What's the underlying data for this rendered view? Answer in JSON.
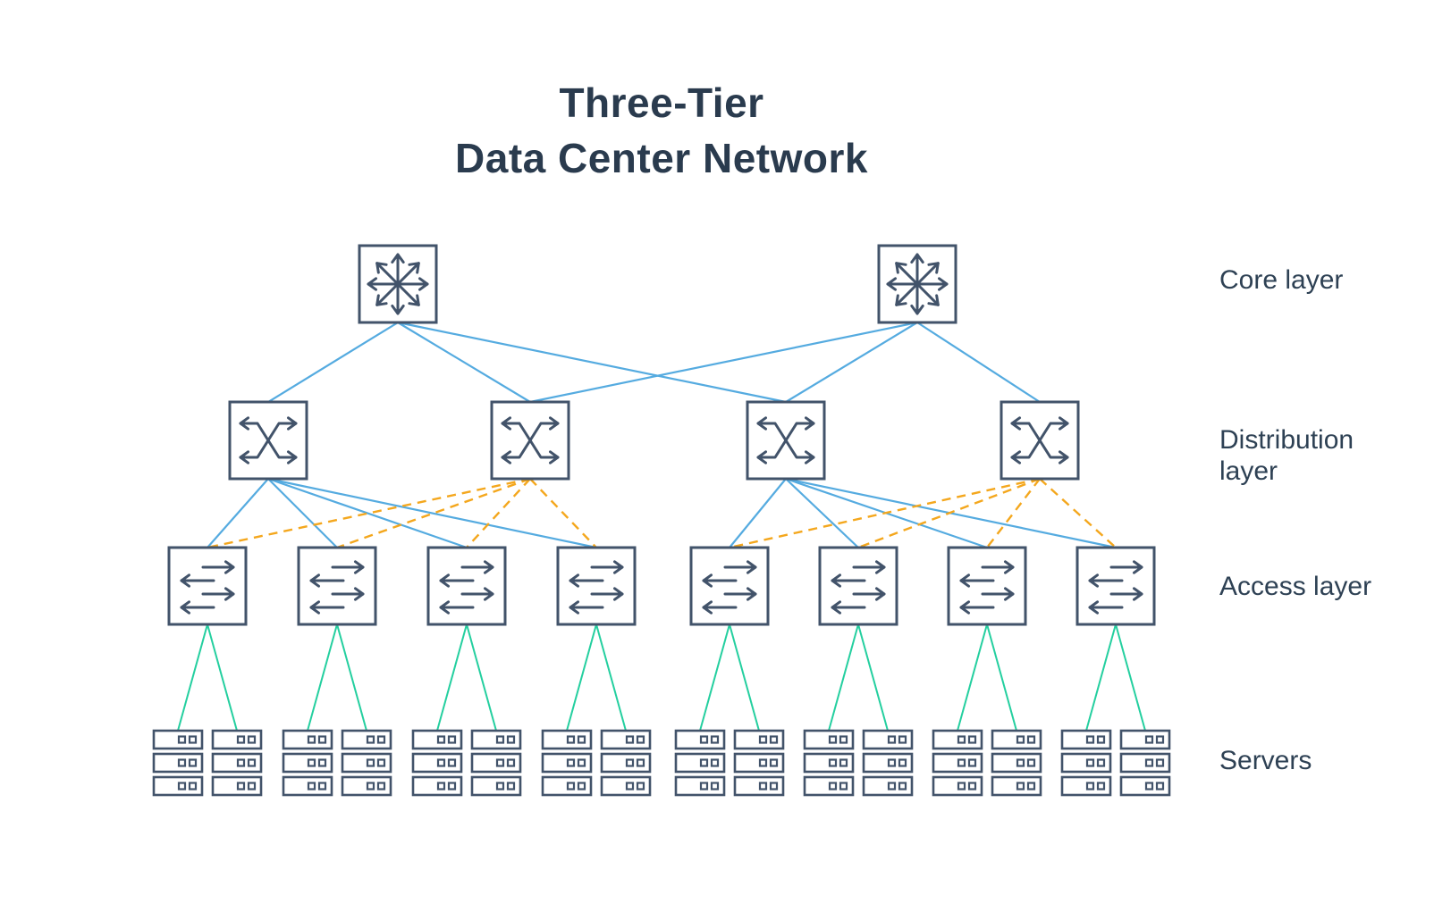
{
  "title": {
    "line1": "Three-Tier",
    "line2": "Data Center Network"
  },
  "layer_labels": {
    "core": "Core layer",
    "distribution": "Distribution layer",
    "access": "Access layer",
    "servers": "Servers"
  },
  "colors": {
    "background": "#ffffff",
    "node_outline": "#42536a",
    "node_fill": "#ffffff",
    "text_title": "#2a3b4e",
    "text_label": "#2e4154",
    "link_core_distribution": "#55abe0",
    "link_distribution_access_primary": "#55abe0",
    "link_distribution_access_backup": "#f4a71d",
    "link_access_servers": "#24cf9f"
  },
  "topology": {
    "core": {
      "count": 2,
      "icon": "multidirectional-arrows-switch-icon"
    },
    "distribution": {
      "count": 4,
      "icon": "crossover-arrows-switch-icon"
    },
    "access": {
      "count": 8,
      "icon": "bidirectional-arrows-switch-icon"
    },
    "servers": {
      "stacks": 16,
      "units_per_stack": 3,
      "icon": "rack-server-icon"
    },
    "links": {
      "core_to_distribution": [
        [
          0,
          0
        ],
        [
          0,
          1
        ],
        [
          0,
          2
        ],
        [
          1,
          1
        ],
        [
          1,
          2
        ],
        [
          1,
          3
        ]
      ],
      "distribution_to_access_primary": [
        [
          0,
          0
        ],
        [
          0,
          1
        ],
        [
          0,
          2
        ],
        [
          0,
          3
        ],
        [
          2,
          4
        ],
        [
          2,
          5
        ],
        [
          2,
          6
        ],
        [
          2,
          7
        ]
      ],
      "distribution_to_access_backup": [
        [
          1,
          0
        ],
        [
          1,
          1
        ],
        [
          1,
          2
        ],
        [
          1,
          3
        ],
        [
          3,
          4
        ],
        [
          3,
          5
        ],
        [
          3,
          6
        ],
        [
          3,
          7
        ]
      ],
      "distribution_to_access_backup_style": "dashed",
      "access_to_servers": [
        [
          0,
          0
        ],
        [
          0,
          1
        ],
        [
          1,
          2
        ],
        [
          1,
          3
        ],
        [
          2,
          4
        ],
        [
          2,
          5
        ],
        [
          3,
          6
        ],
        [
          3,
          7
        ],
        [
          4,
          8
        ],
        [
          4,
          9
        ],
        [
          5,
          10
        ],
        [
          5,
          11
        ],
        [
          6,
          12
        ],
        [
          6,
          13
        ],
        [
          7,
          14
        ],
        [
          7,
          15
        ]
      ]
    }
  }
}
